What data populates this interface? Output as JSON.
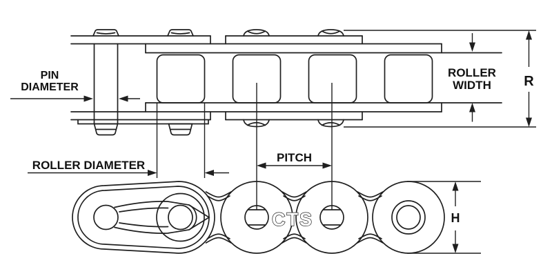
{
  "colors": {
    "background": "#ffffff",
    "line": "#1f1f1f",
    "text": "#111111",
    "brand_fill": "#ffffff"
  },
  "labels": {
    "pin_diameter_line1": "PIN",
    "pin_diameter_line2": "DIAMETER",
    "roller_diameter": "ROLLER DIAMETER",
    "pitch": "PITCH",
    "roller_width_line1": "ROLLER",
    "roller_width_line2": "WIDTH",
    "r_dim": "R",
    "h_dim": "H",
    "brand": "CTS"
  }
}
